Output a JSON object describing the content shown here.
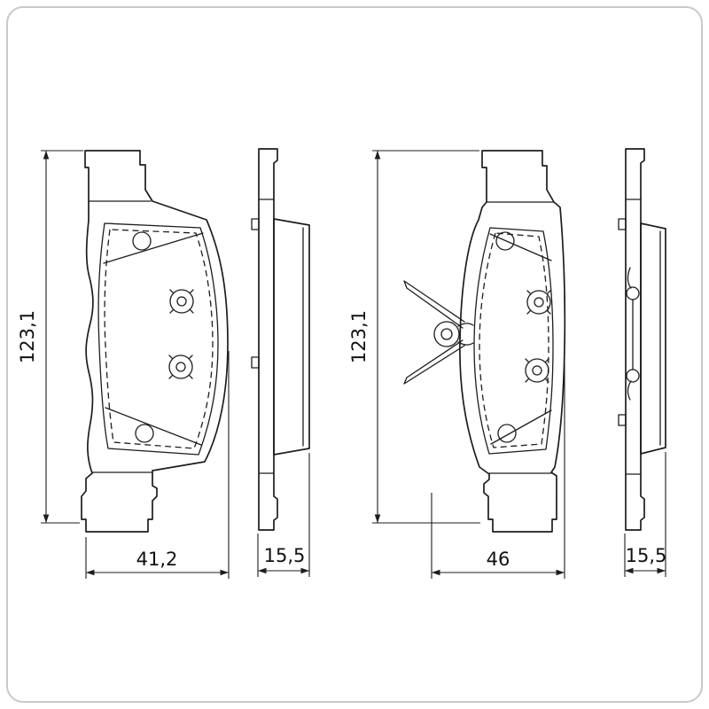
{
  "meta": {
    "background": "#ffffff",
    "line_color": "#1d1d1d",
    "border_color": "#c9c9c9",
    "text_color": "#111111",
    "drawing_type": "brake-pad-set-technical-drawing"
  },
  "views": {
    "front_left": {
      "height": "123,1",
      "width": "41,2"
    },
    "side_left": {
      "thickness": "15,5"
    },
    "front_right": {
      "height": "123,1",
      "width": "46"
    },
    "side_right": {
      "thickness": "15,5"
    }
  }
}
